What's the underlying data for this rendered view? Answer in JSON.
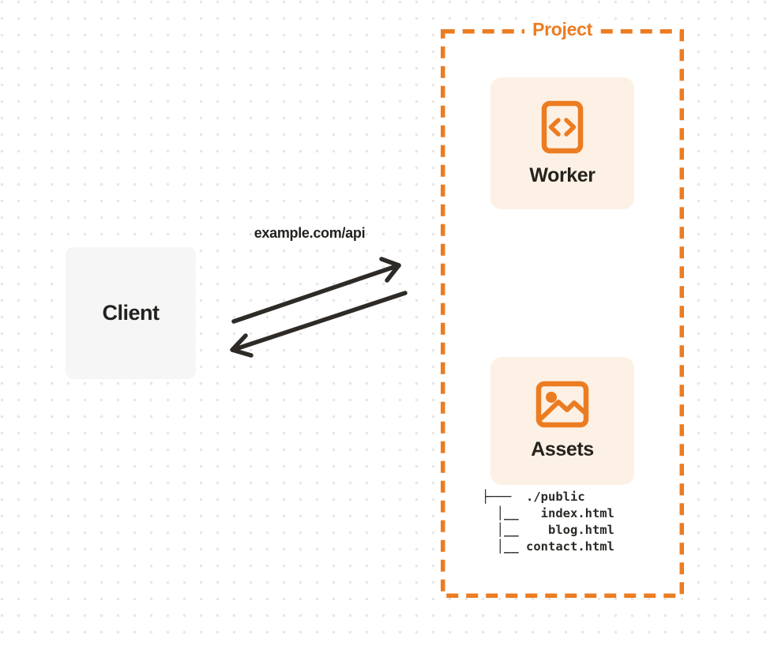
{
  "client": {
    "label": "Client"
  },
  "connection": {
    "label": "example.com/api"
  },
  "project": {
    "label": "Project",
    "worker": {
      "label": "Worker",
      "icon": "code-file-icon"
    },
    "assets": {
      "label": "Assets",
      "icon": "image-icon"
    },
    "file_tree": [
      "├───  ./public",
      "  │__   index.html",
      "  │__    blog.html",
      "  │__ contact.html"
    ]
  },
  "colors": {
    "orange": "#EC7C21",
    "card_bg": "#FDF1E5",
    "client_bg": "#F6F6F7",
    "ink": "#24221E",
    "arrow": "#2E2B27",
    "dot": "#E7E7E7",
    "bg": "#FFFFFF"
  }
}
